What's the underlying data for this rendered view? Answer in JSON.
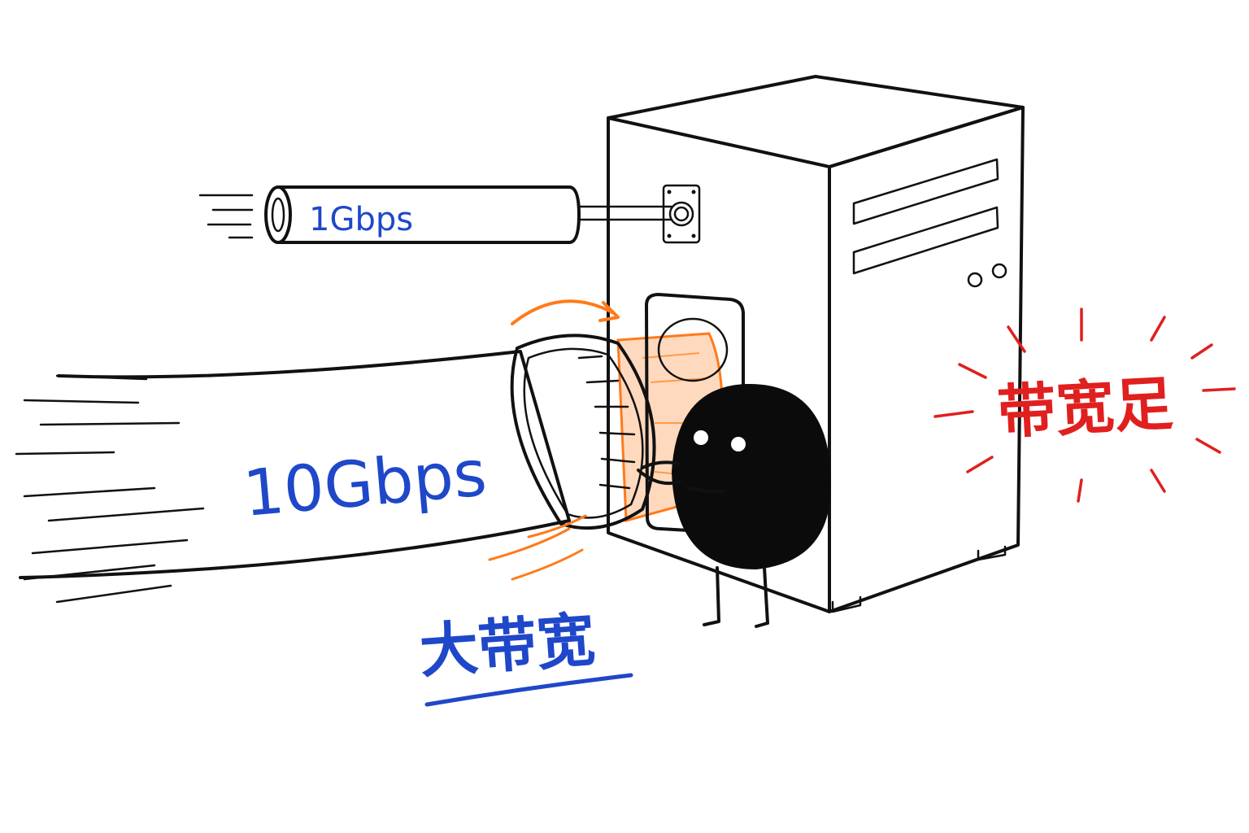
{
  "labels": {
    "small_pipe": "1Gbps",
    "large_pipe": "10Gbps",
    "big_bandwidth": "大带宽",
    "enough_bandwidth": "带宽足"
  },
  "colors": {
    "ink": "#111111",
    "label_blue": "#1f47c9",
    "burst_red": "#e01f1f",
    "accent_orange": "#ff7a1a",
    "character_fill": "#0b0b0b"
  }
}
